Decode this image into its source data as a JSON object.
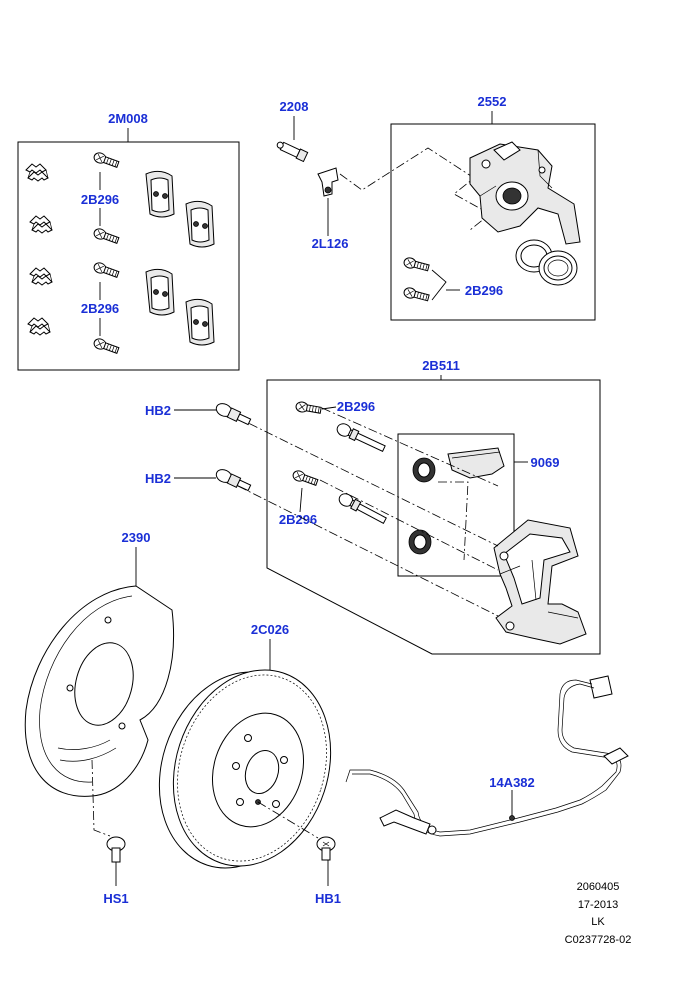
{
  "labels": {
    "kit_2M008": "2M008",
    "bolt_2B296_a": "2B296",
    "bolt_2B296_b": "2B296",
    "bleed_2208": "2208",
    "bracket_2L126": "2L126",
    "caliper_2552": "2552",
    "bolt_2B296_c": "2B296",
    "carrier_2B511": "2B511",
    "bolt_2B296_d": "2B296",
    "bolt_2B296_e": "2B296",
    "boot_9069": "9069",
    "hb2_upper": "HB2",
    "hb2_lower": "HB2",
    "shield_2390": "2390",
    "disc_2C026": "2C026",
    "sensor_14A382": "14A382",
    "hs1": "HS1",
    "hb1": "HB1"
  },
  "reference": {
    "line1": "2060405",
    "line2": "17-2013",
    "line3": "LK",
    "line4": "C0237728-02"
  }
}
